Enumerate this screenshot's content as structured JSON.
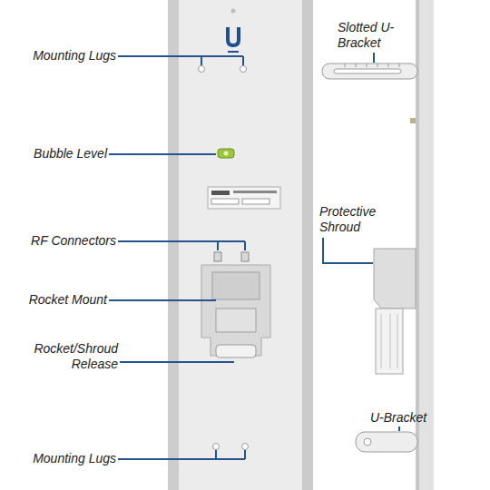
{
  "diagram": {
    "labels": [
      "Mounting Lugs",
      "Bubble Level",
      "RF Connectors",
      "Rocket Mount",
      "Rocket/Shroud Release",
      "Mounting Lugs",
      "Slotted U-Bracket",
      "Protective Shroud",
      "U-Bracket"
    ]
  }
}
